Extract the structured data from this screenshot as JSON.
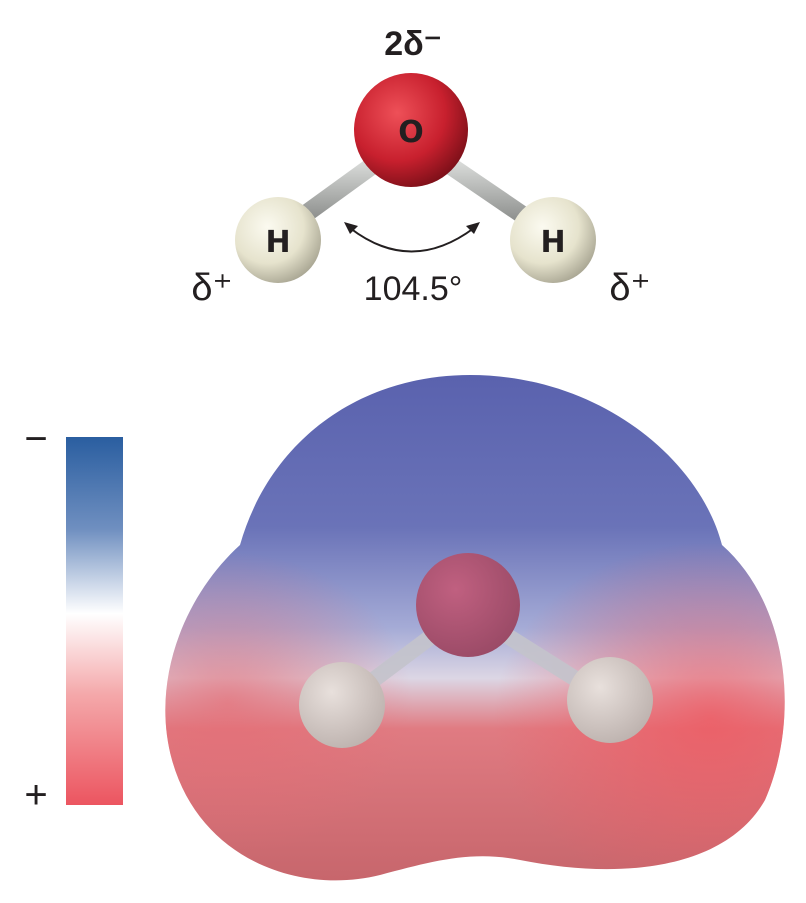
{
  "ball_and_stick": {
    "oxygen_charge": "2δ⁻",
    "oxygen_label": "O",
    "hydrogen_left_label": "H",
    "hydrogen_right_label": "H",
    "hydrogen_left_charge": "δ⁺",
    "hydrogen_right_charge": "δ⁺",
    "bond_angle": "104.5°"
  },
  "color_scale": {
    "negative_label": "−",
    "positive_label": "+",
    "colors": {
      "negative": "#2a5ea0",
      "neutral": "#ffffff",
      "positive": "#ec5560"
    }
  },
  "colors": {
    "oxygen": "#c8202e",
    "hydrogen": "#e9e6d2",
    "bond": "#b8bab8"
  }
}
